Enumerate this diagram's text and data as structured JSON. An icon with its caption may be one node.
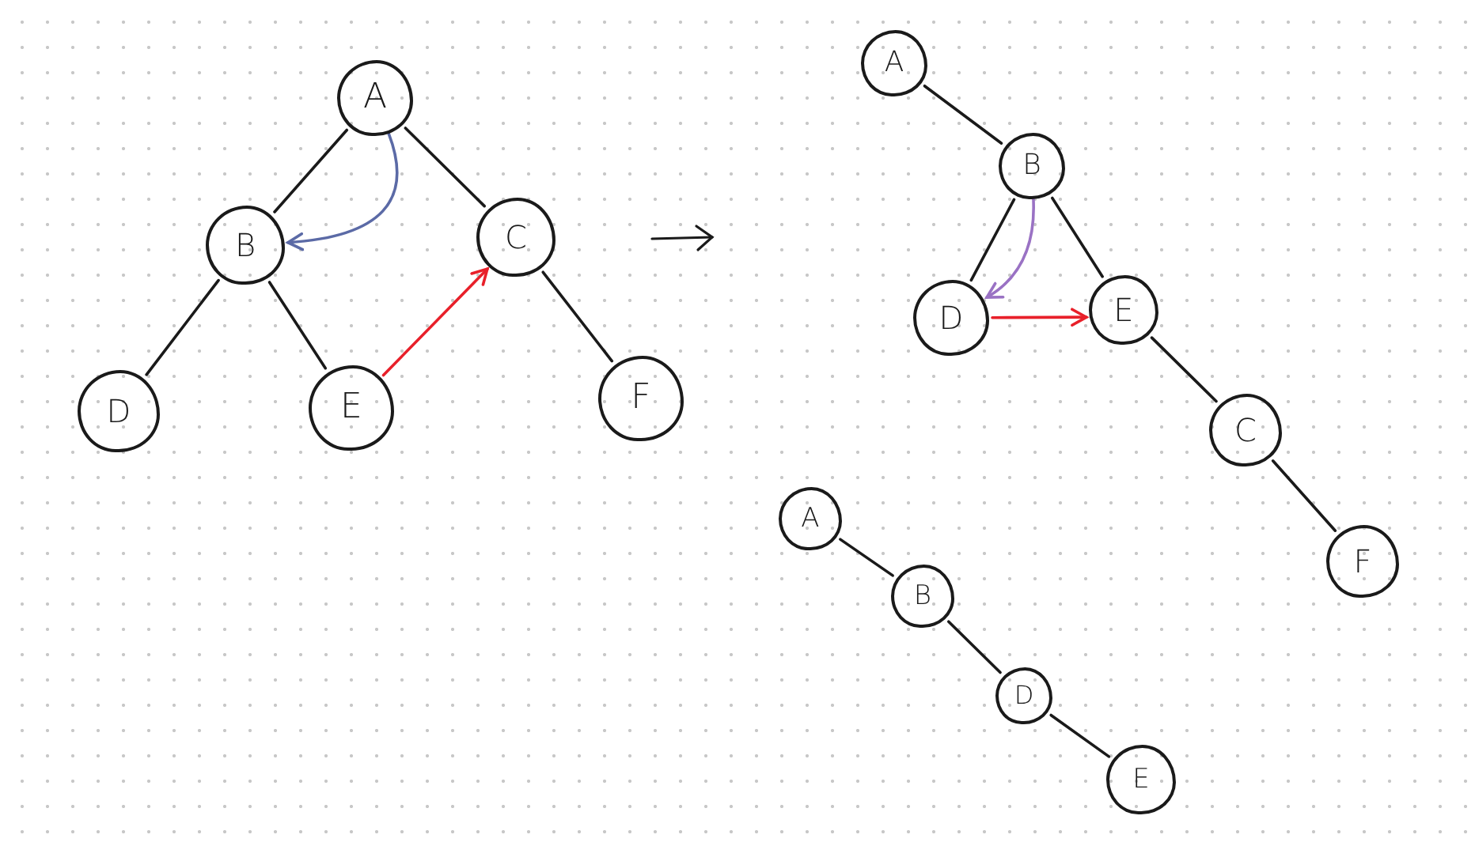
{
  "diagram": {
    "nodes": [
      {
        "text": [
          "A"
        ]
      },
      {
        "text": [
          "B"
        ]
      },
      {
        "text": [
          "C"
        ]
      },
      {
        "text": [
          "D"
        ]
      },
      {
        "text": [
          "E"
        ]
      },
      {
        "text": [
          "F"
        ]
      },
      {
        "text": [
          "A"
        ]
      },
      {
        "text": [
          "B"
        ]
      },
      {
        "text": [
          "D"
        ]
      },
      {
        "text": [
          "E"
        ]
      },
      {
        "text": [
          "C"
        ]
      },
      {
        "text": [
          "F"
        ]
      },
      {
        "text": [
          "A"
        ]
      },
      {
        "text": [
          "B"
        ]
      },
      {
        "text": [
          "D"
        ]
      },
      {
        "text": [
          "E"
        ]
      }
    ],
    "edges": [
      {
        "from": 0,
        "to": 1,
        "arrow": "none"
      },
      {
        "from": 0,
        "to": 2,
        "arrow": "none"
      },
      {
        "from": 1,
        "to": 3,
        "arrow": "none"
      },
      {
        "from": 1,
        "to": 4,
        "arrow": "none"
      },
      {
        "from": 2,
        "to": 5,
        "arrow": "none"
      },
      {
        "from": 0,
        "to": 1,
        "arrow": "to",
        "color": "#5b6aa6"
      },
      {
        "from": 4,
        "to": 2,
        "arrow": "to",
        "color": "#e8202a"
      },
      {
        "from": 6,
        "to": 7,
        "arrow": "none"
      },
      {
        "from": 7,
        "to": 8,
        "arrow": "none"
      },
      {
        "from": 7,
        "to": 9,
        "arrow": "none"
      },
      {
        "from": 9,
        "to": 10,
        "arrow": "none"
      },
      {
        "from": 10,
        "to": 11,
        "arrow": "none"
      },
      {
        "from": 7,
        "to": 8,
        "arrow": "to",
        "color": "#9a72c4"
      },
      {
        "from": 8,
        "to": 9,
        "arrow": "to",
        "color": "#e8202a"
      },
      {
        "from": 12,
        "to": 13,
        "arrow": "none"
      },
      {
        "from": 13,
        "to": 14,
        "arrow": "none"
      },
      {
        "from": 14,
        "to": 15,
        "arrow": "none"
      }
    ]
  }
}
